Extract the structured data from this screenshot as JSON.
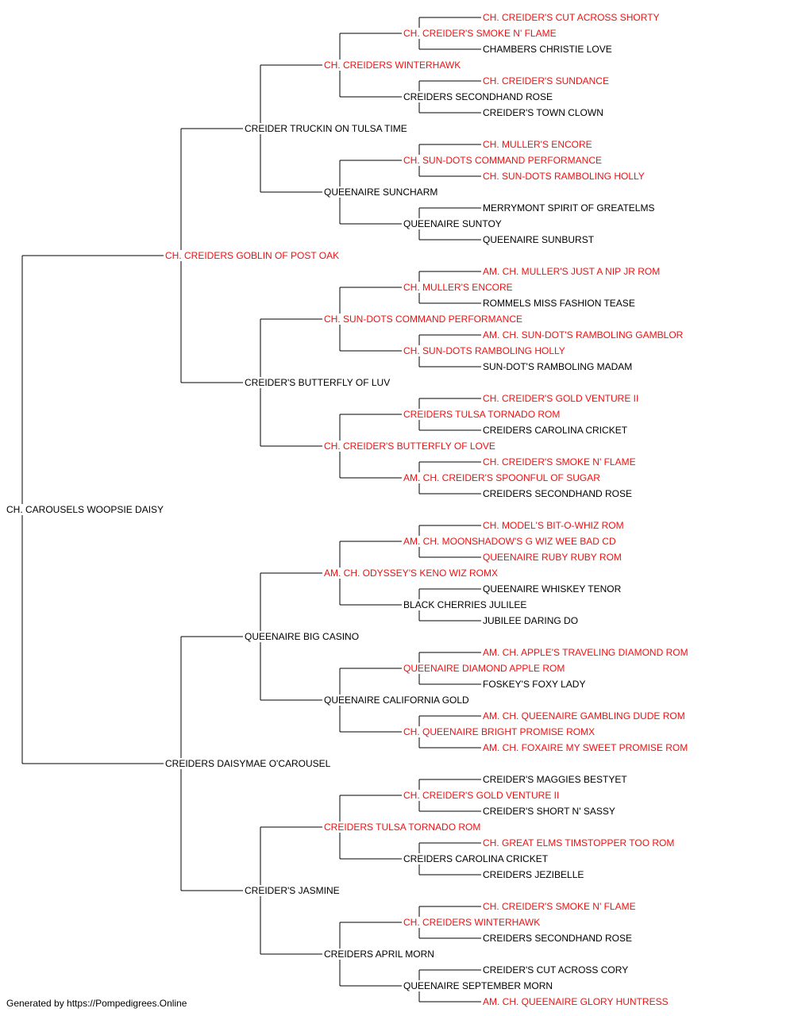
{
  "colors": {
    "champion": "#ee1111",
    "regular": "#000000",
    "line": "#000000"
  },
  "pedigree": [
    {
      "name": "CH. CAROUSELS WOOPSIE DAISY",
      "champion": false
    },
    {
      "name": "CH. CREIDERS GOBLIN OF POST OAK",
      "champion": true
    },
    {
      "name": "CREIDERS DAISYMAE O'CAROUSEL",
      "champion": false
    },
    {
      "name": "CREIDER TRUCKIN ON TULSA TIME",
      "champion": false
    },
    {
      "name": "CREIDER'S BUTTERFLY OF LUV",
      "champion": false
    },
    {
      "name": "QUEENAIRE BIG CASINO",
      "champion": false
    },
    {
      "name": "CREIDER'S JASMINE",
      "champion": false
    },
    {
      "name": "CH. CREIDERS WINTERHAWK",
      "champion": true
    },
    {
      "name": "QUEENAIRE SUNCHARM",
      "champion": false
    },
    {
      "name": "CH. SUN-DOTS COMMAND PERFORMANCE",
      "champion": true
    },
    {
      "name": "CH. CREIDER'S BUTTERFLY OF LOVE",
      "champion": true
    },
    {
      "name": "AM. CH. ODYSSEY'S KENO WIZ ROMX",
      "champion": true
    },
    {
      "name": "QUEENAIRE CALIFORNIA GOLD",
      "champion": false
    },
    {
      "name": "CREIDERS TULSA TORNADO ROM",
      "champion": true
    },
    {
      "name": "CREIDERS APRIL MORN",
      "champion": false
    },
    {
      "name": "CH. CREIDER'S SMOKE N' FLAME",
      "champion": true
    },
    {
      "name": "CREIDERS SECONDHAND ROSE",
      "champion": false
    },
    {
      "name": "CH. SUN-DOTS COMMAND PERFORMANCE",
      "champion": true
    },
    {
      "name": "QUEENAIRE SUNTOY",
      "champion": false
    },
    {
      "name": "CH. MULLER'S ENCORE",
      "champion": true
    },
    {
      "name": "CH. SUN-DOTS RAMBOLING HOLLY",
      "champion": true
    },
    {
      "name": "CREIDERS TULSA TORNADO ROM",
      "champion": true
    },
    {
      "name": "AM. CH. CREIDER'S SPOONFUL OF SUGAR",
      "champion": true
    },
    {
      "name": "AM. CH. MOONSHADOW'S G WIZ WEE BAD CD",
      "champion": true
    },
    {
      "name": "BLACK CHERRIES JULILEE",
      "champion": false
    },
    {
      "name": "QUEENAIRE DIAMOND APPLE ROM",
      "champion": true
    },
    {
      "name": "CH. QUEENAIRE BRIGHT PROMISE ROMX",
      "champion": true
    },
    {
      "name": "CH. CREIDER'S GOLD VENTURE II",
      "champion": true
    },
    {
      "name": "CREIDERS CAROLINA CRICKET",
      "champion": false
    },
    {
      "name": "CH. CREIDERS WINTERHAWK",
      "champion": true
    },
    {
      "name": "QUEENAIRE SEPTEMBER MORN",
      "champion": false
    },
    {
      "name": "CH. CREIDER'S CUT ACROSS SHORTY",
      "champion": true
    },
    {
      "name": "CHAMBERS CHRISTIE LOVE",
      "champion": false
    },
    {
      "name": "CH. CREIDER'S SUNDANCE",
      "champion": true
    },
    {
      "name": "CREIDER'S TOWN CLOWN",
      "champion": false
    },
    {
      "name": "CH. MULLER'S ENCORE",
      "champion": true
    },
    {
      "name": "CH. SUN-DOTS RAMBOLING HOLLY",
      "champion": true
    },
    {
      "name": "MERRYMONT SPIRIT OF GREATELMS",
      "champion": false
    },
    {
      "name": "QUEENAIRE SUNBURST",
      "champion": false
    },
    {
      "name": "AM. CH. MULLER'S JUST A NIP JR ROM",
      "champion": true
    },
    {
      "name": "ROMMELS MISS FASHION TEASE",
      "champion": false
    },
    {
      "name": "AM. CH. SUN-DOT'S RAMBOLING GAMBLOR",
      "champion": true
    },
    {
      "name": "SUN-DOT'S RAMBOLING MADAM",
      "champion": false
    },
    {
      "name": "CH. CREIDER'S GOLD VENTURE II",
      "champion": true
    },
    {
      "name": "CREIDERS CAROLINA CRICKET",
      "champion": false
    },
    {
      "name": "CH. CREIDER'S SMOKE N' FLAME",
      "champion": true
    },
    {
      "name": "CREIDERS SECONDHAND ROSE",
      "champion": false
    },
    {
      "name": "CH. MODEL'S BIT-O-WHIZ ROM",
      "champion": true
    },
    {
      "name": "QUEENAIRE RUBY RUBY ROM",
      "champion": true
    },
    {
      "name": "QUEENAIRE WHISKEY TENOR",
      "champion": false
    },
    {
      "name": "JUBILEE DARING DO",
      "champion": false
    },
    {
      "name": "AM. CH. APPLE'S TRAVELING DIAMOND ROM",
      "champion": true
    },
    {
      "name": "FOSKEY'S FOXY LADY",
      "champion": false
    },
    {
      "name": "AM. CH. QUEENAIRE GAMBLING DUDE ROM",
      "champion": true
    },
    {
      "name": "AM. CH. FOXAIRE MY SWEET PROMISE ROM",
      "champion": true
    },
    {
      "name": "CREIDER'S MAGGIES BESTYET",
      "champion": false
    },
    {
      "name": "CREIDER'S SHORT N' SASSY",
      "champion": false
    },
    {
      "name": "CH. GREAT ELMS TIMSTOPPER TOO ROM",
      "champion": true
    },
    {
      "name": "CREIDERS JEZIBELLE",
      "champion": false
    },
    {
      "name": "CH. CREIDER'S SMOKE N' FLAME",
      "champion": true
    },
    {
      "name": "CREIDERS SECONDHAND ROSE",
      "champion": false
    },
    {
      "name": "CREIDER'S CUT ACROSS CORY",
      "champion": false
    },
    {
      "name": "AM. CH. QUEENAIRE GLORY HUNTRESS",
      "champion": true
    }
  ],
  "footer": "Generated by https://Pompedigrees.Online"
}
